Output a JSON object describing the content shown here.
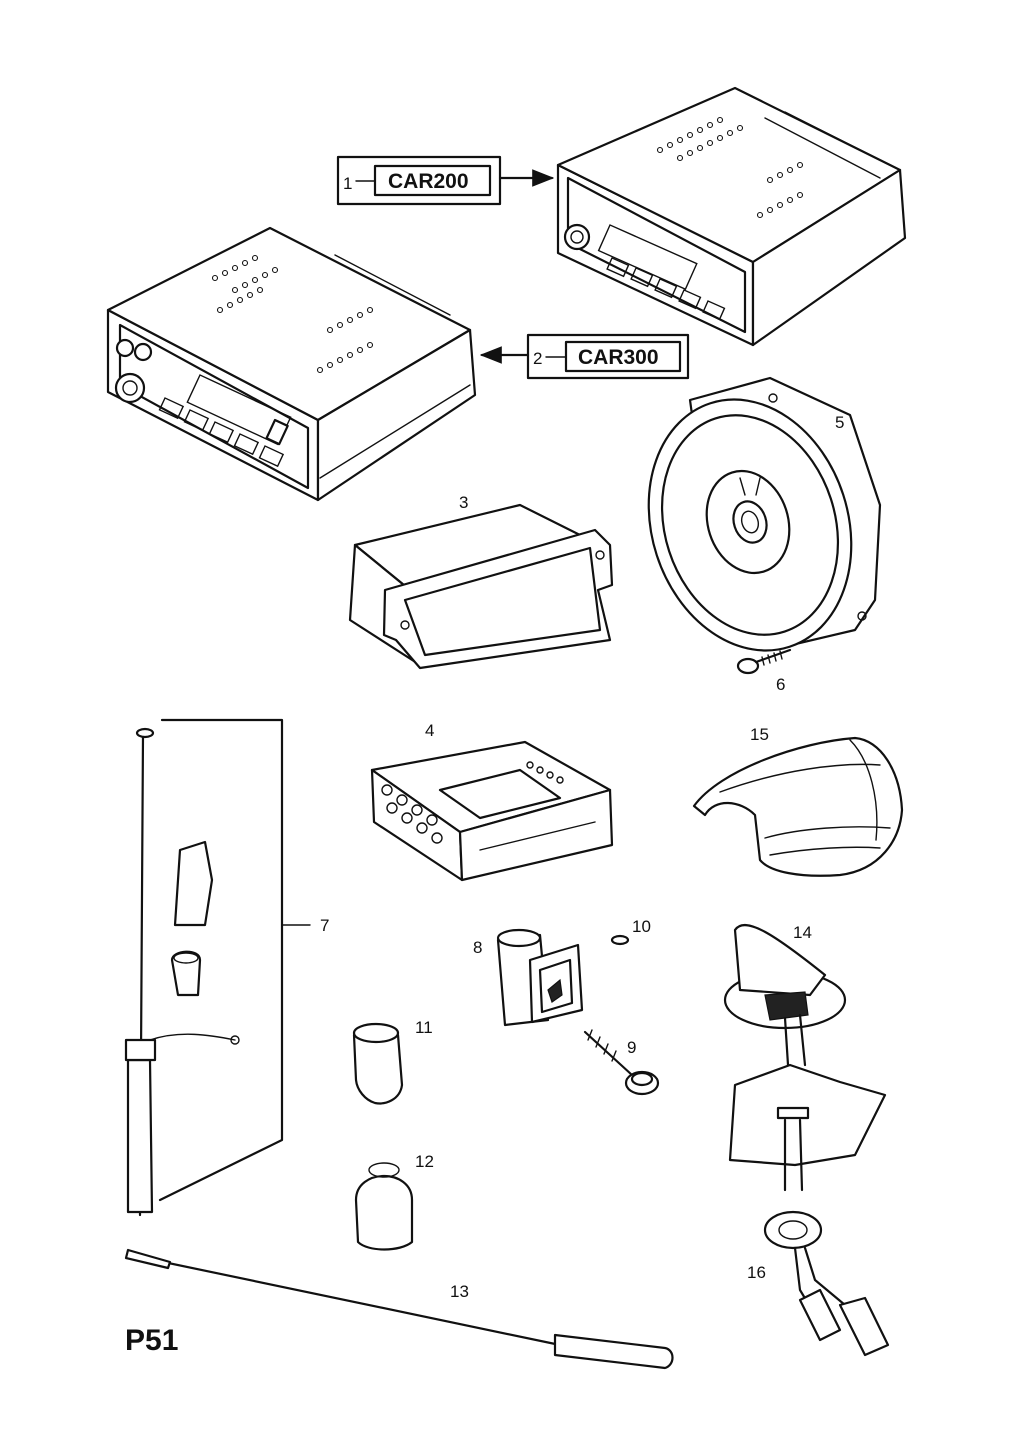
{
  "sheet_code": "P51",
  "boxed_parts": [
    {
      "number": "1",
      "code": "CAR200"
    },
    {
      "number": "2",
      "code": "CAR300"
    }
  ],
  "callouts": [
    "3",
    "4",
    "5",
    "6",
    "7",
    "8",
    "9",
    "10",
    "11",
    "12",
    "13",
    "14",
    "15",
    "16"
  ]
}
